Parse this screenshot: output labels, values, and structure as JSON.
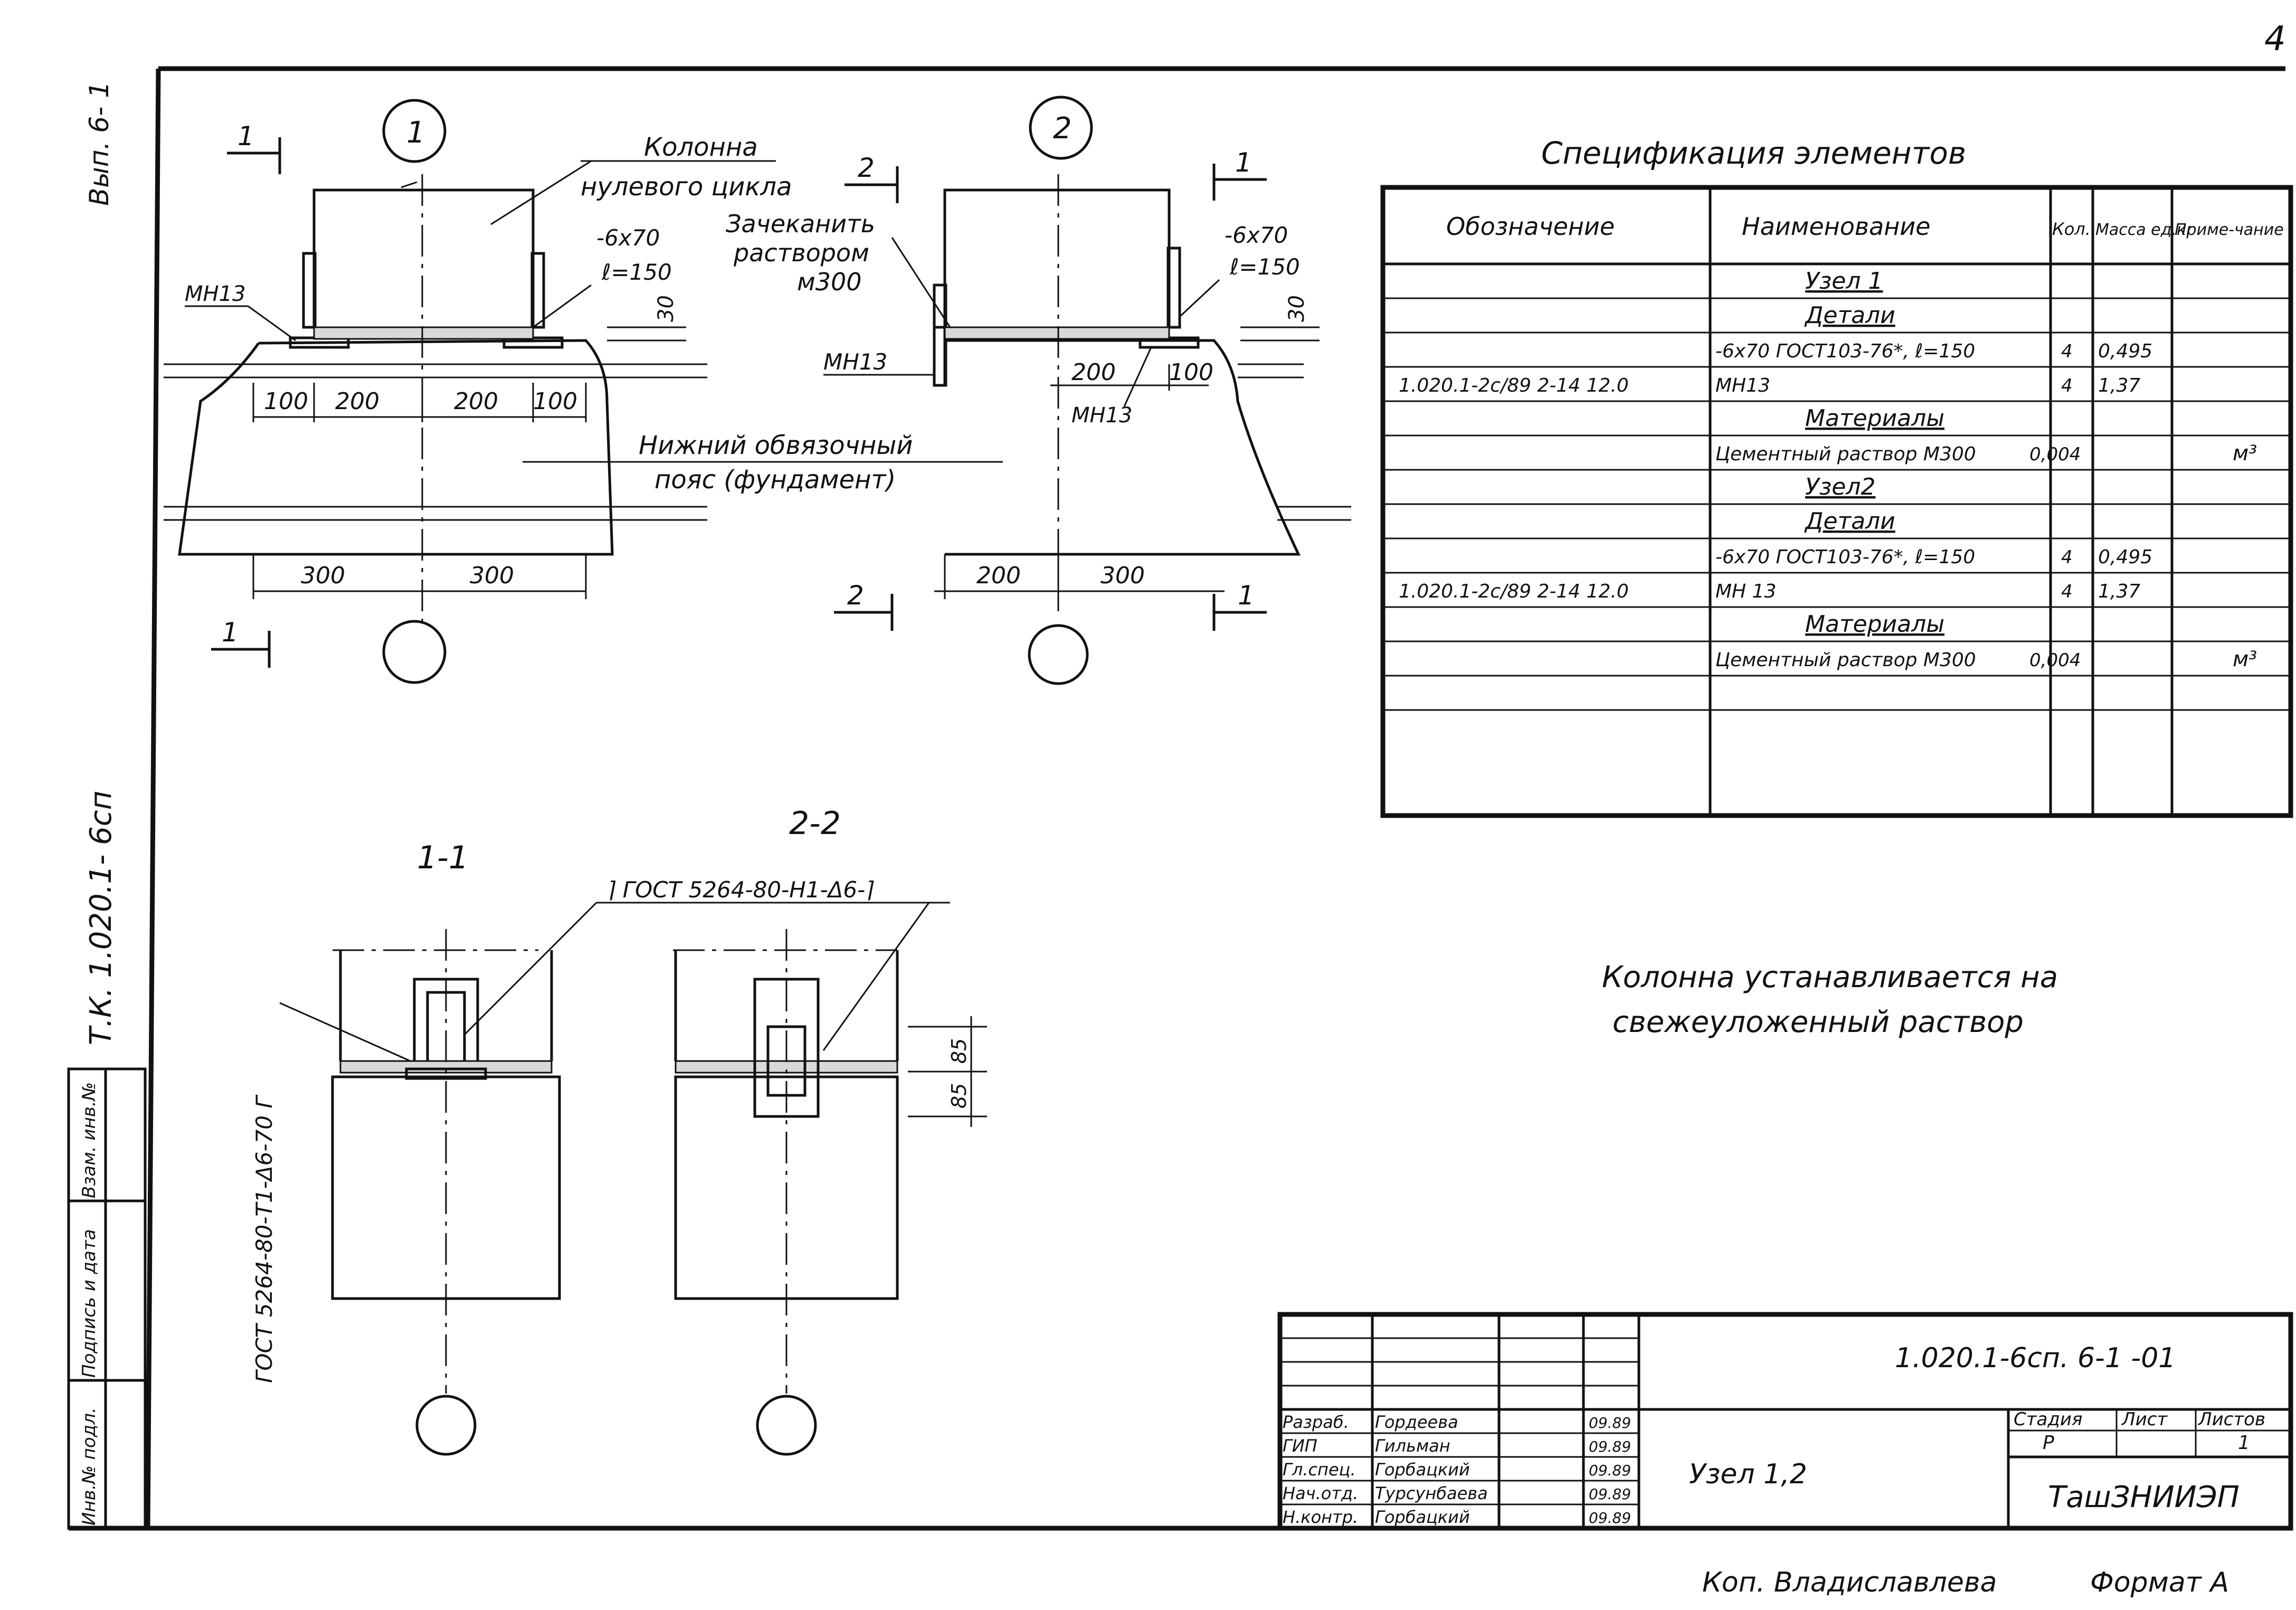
{
  "page_number": "4",
  "left_margin": {
    "vyp": "Вып. 6- 1",
    "series": "Т.К. 1.020.1- 6сп",
    "stamp_cells": [
      "Инв.№ подл.",
      "Подпись и дата",
      "Взам. инв.№"
    ]
  },
  "node1": {
    "marker": "1",
    "column_label": [
      "Колонна",
      "нулевого цикла"
    ],
    "plate": "-6х70",
    "plate_len": "ℓ=150",
    "embed": "МН13",
    "dim_30": "30",
    "dims_top": [
      "100",
      "200",
      "200",
      "100"
    ],
    "dims_bottom": [
      "300",
      "300"
    ],
    "foundation_label": [
      "Нижний обвязочный",
      "пояс (фундамент)"
    ],
    "section_marks": [
      "1",
      "1",
      "2"
    ]
  },
  "node2": {
    "marker": "2",
    "grout_label": [
      "Зачеканить",
      "раствором",
      "м300"
    ],
    "plate": "-6х70",
    "plate_len": "ℓ=150",
    "embed_left": "МН13",
    "embed_bottom": "МН13",
    "dim_30": "30",
    "dims_top": [
      "200",
      "100"
    ],
    "dims_bottom": [
      "200",
      "300"
    ],
    "section_marks": [
      "2",
      "1",
      "1"
    ]
  },
  "spec": {
    "title": "Спецификация элементов",
    "headers": [
      "Обозначение",
      "Наименование",
      "Кол.",
      "Масса ед.кг",
      "Приме-чание"
    ],
    "rows": [
      {
        "code": "",
        "name": "Узел 1",
        "qty": "",
        "mass": "",
        "note": "",
        "heading": true
      },
      {
        "code": "",
        "name": "Детали",
        "qty": "",
        "mass": "",
        "note": "",
        "heading": true
      },
      {
        "code": "",
        "name": "-6х70 ГОСТ103-76*, ℓ=150",
        "qty": "4",
        "mass": "0,495",
        "note": "",
        "heading": false
      },
      {
        "code": "1.020.1-2с/89 2-14 12.0",
        "name": "МН13",
        "qty": "4",
        "mass": "1,37",
        "note": "",
        "heading": false
      },
      {
        "code": "",
        "name": "Материалы",
        "qty": "",
        "mass": "",
        "note": "",
        "heading": true
      },
      {
        "code": "",
        "name": "Цементный раствор М300",
        "qty": "0,004",
        "mass": "",
        "note": "м³",
        "heading": false
      },
      {
        "code": "",
        "name": "Узел2",
        "qty": "",
        "mass": "",
        "note": "",
        "heading": true
      },
      {
        "code": "",
        "name": "Детали",
        "qty": "",
        "mass": "",
        "note": "",
        "heading": true
      },
      {
        "code": "",
        "name": "-6х70 ГОСТ103-76*, ℓ=150",
        "qty": "4",
        "mass": "0,495",
        "note": "",
        "heading": false
      },
      {
        "code": "1.020.1-2с/89 2-14 12.0",
        "name": "МН 13",
        "qty": "4",
        "mass": "1,37",
        "note": "",
        "heading": false
      },
      {
        "code": "",
        "name": "Материалы",
        "qty": "",
        "mass": "",
        "note": "",
        "heading": true
      },
      {
        "code": "",
        "name": "Цементный раствор М300",
        "qty": "0,004",
        "mass": "",
        "note": "м³",
        "heading": false
      },
      {
        "code": "",
        "name": "",
        "qty": "",
        "mass": "",
        "note": "",
        "heading": false
      }
    ]
  },
  "sections": {
    "s11_label": "1-1",
    "s22_label": "2-2",
    "weld_top": "⌉ ГОСТ 5264-80-Н1-Δ6-⌉",
    "weld_side": "ГОСТ 5264-80-Т1-Δ6-70 Г",
    "dims": [
      "85",
      "85"
    ]
  },
  "note": [
    "Колонна устанавливается на",
    "свежеуложенный раствор"
  ],
  "title_block": {
    "doc_code": "1.020.1-6сп. 6-1 -01",
    "sheet_title": "Узел 1,2",
    "org": "ТашЗНИИЭП",
    "stage_headers": [
      "Стадия",
      "Лист",
      "Листов"
    ],
    "stage_values": [
      "Р",
      "",
      "1"
    ],
    "people": [
      {
        "role": "Разраб.",
        "name": "Гордеева",
        "date": "09.89"
      },
      {
        "role": "ГИП",
        "name": "Гильман",
        "date": "09.89"
      },
      {
        "role": "Гл.спец.",
        "name": "Горбацкий",
        "date": "09.89"
      },
      {
        "role": "Нач.отд.",
        "name": "Турсунбаева",
        "date": "09.89"
      },
      {
        "role": "Н.контр.",
        "name": "Горбацкий",
        "date": "09.89"
      }
    ]
  },
  "footer": {
    "copied": "Коп. Владиславлева",
    "format": "Формат А"
  }
}
